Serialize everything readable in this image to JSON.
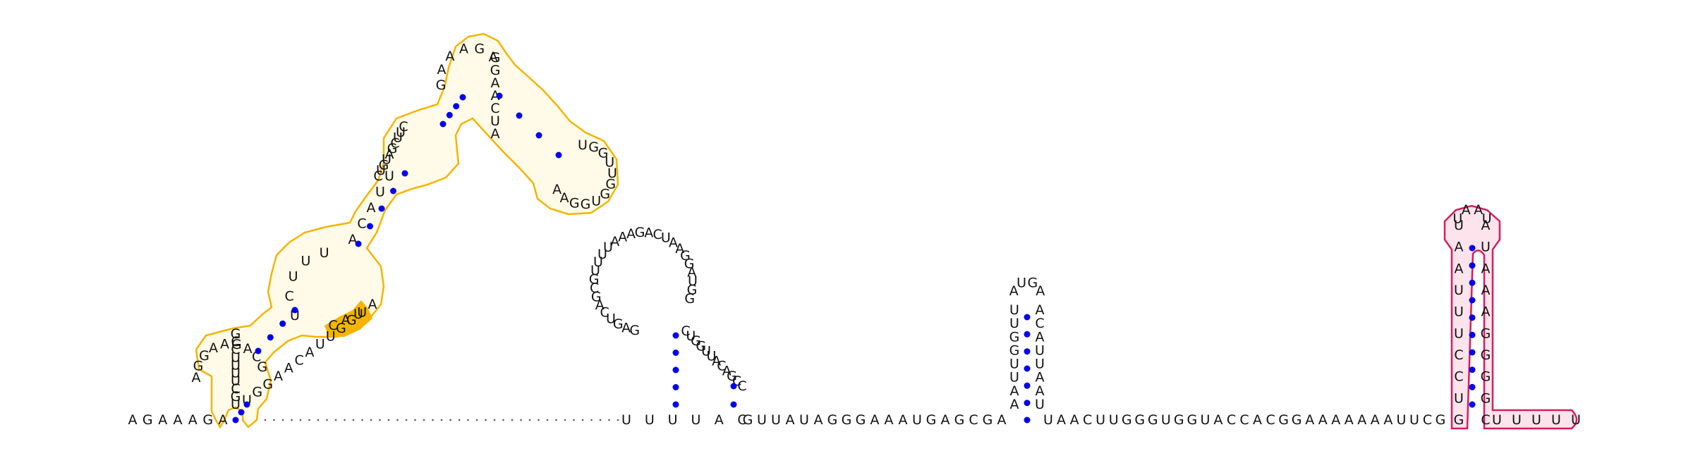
{
  "colors": {
    "nucleotide_text": "#111111",
    "backbone_dots": "#555555",
    "base_pair_dot": "#0000ee",
    "orange_outline": "#f5b400",
    "orange_fill": "#fffbe8",
    "orange_highlight": "#f5b400",
    "pink_outline": "#d81b60",
    "pink_fill": "#fde4ec"
  },
  "sequence": {
    "leader": "AGAAAGA",
    "domain_1": {
      "outer_5p": "UGCUUUUCCG",
      "stem_a_5p": "AGGAAGACG",
      "loop_c": "UCUUU",
      "stem_b_5p": "ACAUU",
      "loop_a": "GAAAGA",
      "stem_b_3p": "GGAACUA",
      "loop_b": "UGGUUGGUGGAA",
      "stem_a_3p": "CUUCGAUGUC",
      "inner_3p": "AUGGUUACAAGGU",
      "highlight": "CAU"
    },
    "spacer": "...............................................",
    "domain_2": {
      "stem_5p": "UUUUAC",
      "loop": "GAGUCAGCGUUUUAAAGACUAAGGAUGG",
      "stem_3p": "CUGGUUACAGCC"
    },
    "linker": "GUUAUAGGGAAAUGAGCGA",
    "domain_3": {
      "stem_5p": "AAUUGGUU",
      "loop": "AUGA",
      "stem_3p": "ACAUUAAU"
    },
    "linker_2": "UAACUUGGGUGGUACCACGGAAAAAAAUUCG",
    "terminator": {
      "stem_5p": "GUCCUUUAAU",
      "loop": "UAAU",
      "stem_3p": "AUAAAGGGGC"
    },
    "tail": "UUUUU"
  }
}
